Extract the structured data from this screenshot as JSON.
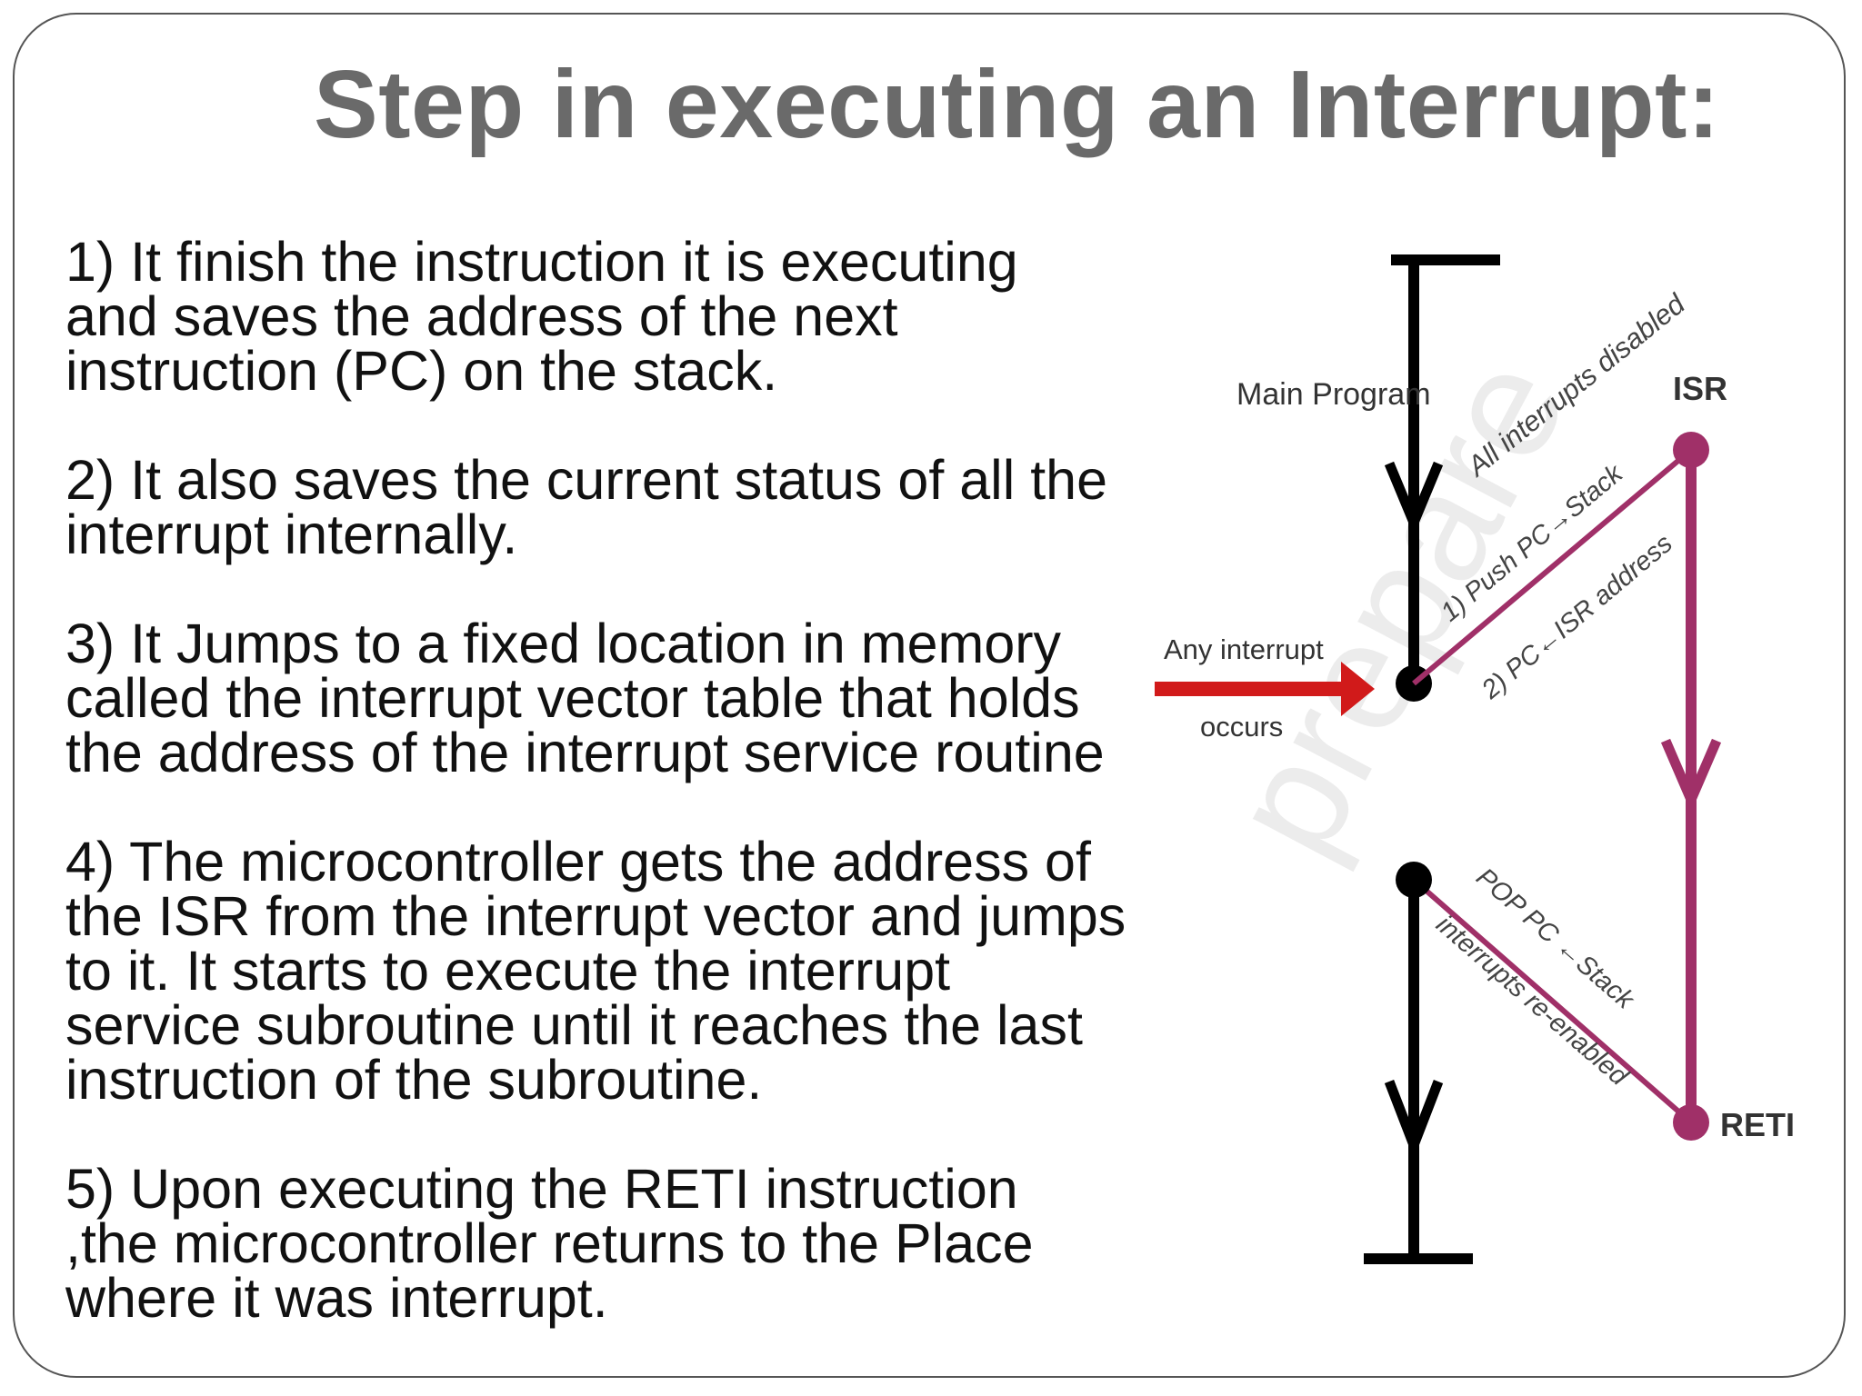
{
  "slide": {
    "title": "Step in executing an Interrupt:",
    "steps": [
      "1)  It finish the instruction it is executing\nand saves the address of the next\ninstruction (PC) on  the stack.",
      "2)  It also saves the current status of all the\ninterrupt internally.",
      "3) It Jumps to a fixed location in memory\ncalled the interrupt vector table that holds\nthe address of the interrupt service routine",
      "4)  The microcontroller gets the address of\nthe ISR from the interrupt vector and jumps\nto it. It starts  to execute the interrupt\nservice subroutine until it reaches the last\ninstruction of the subroutine.",
      "5)  Upon executing the RETI instruction\n,the microcontroller returns to the Place\nwhere it was interrupt."
    ]
  },
  "diagram": {
    "labels": {
      "main_program": "Main Program",
      "isr": "ISR",
      "reti": "RETI",
      "interrupt_line1": "Any interrupt",
      "interrupt_line2": "occurs",
      "all_disabled": "All interrupts disabled",
      "push_pc": "1) Push PC→Stack",
      "pc_isr": "2) PC←ISR address",
      "pop_pc": "POP PC ←Stack",
      "reenabled": "interrupts re-enabled",
      "watermark": "prepare"
    },
    "colors": {
      "main_line": "#000000",
      "isr_line": "#a03068",
      "interrupt_arrow": "#d11a1a",
      "title_text": "#6a6a6a",
      "watermark": "#ececec"
    }
  }
}
